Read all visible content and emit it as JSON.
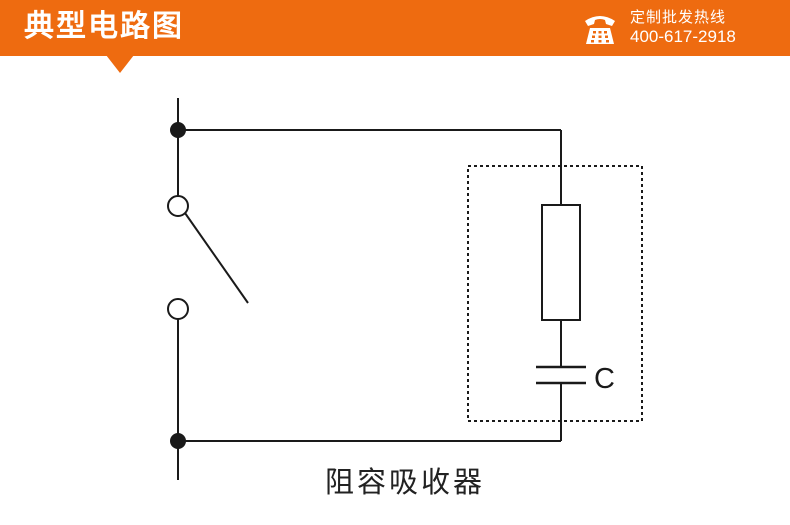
{
  "header": {
    "title": "典型电路图",
    "hotline_label": "定制批发热线",
    "hotline_number": "400-617-2918",
    "phone_icon": "telephone-icon",
    "background_color": "#ee6b10",
    "text_color": "#ffffff"
  },
  "diagram": {
    "capacitor_label": "C",
    "caption": "阻容吸收器",
    "line_color": "#1a1a1a"
  }
}
